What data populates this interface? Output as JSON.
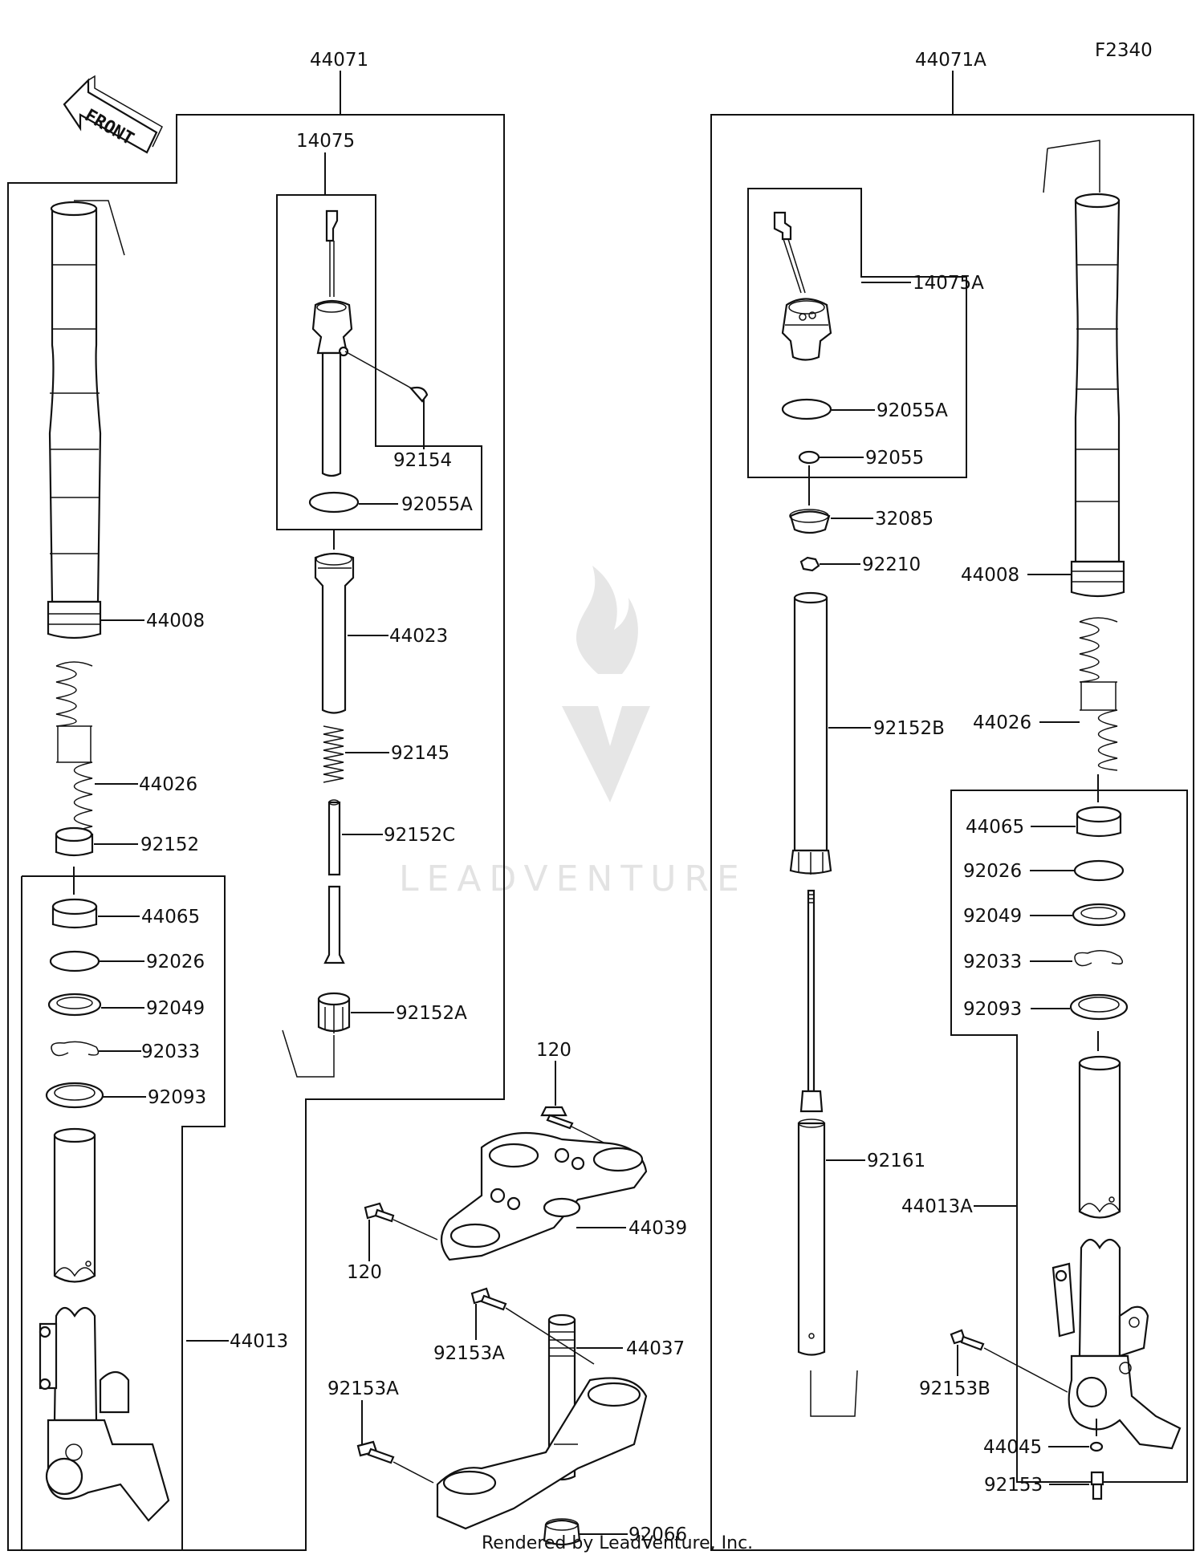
{
  "diagram_code": "F2340",
  "footer": "Rendered by LeadVenture, Inc.",
  "watermark": "LEADVENTURE",
  "front_arrow_label": "FRONT",
  "assemblies": {
    "left_fork": "44071",
    "right_fork": "44071A"
  },
  "labels": {
    "p14075": "14075",
    "p92154": "92154",
    "p92055A_l": "92055A",
    "p44023": "44023",
    "p92145": "92145",
    "p92152C": "92152C",
    "p92152A": "92152A",
    "p44008_l": "44008",
    "p44026_l": "44026",
    "p92152": "92152",
    "p44065_l": "44065",
    "p92026_l": "92026",
    "p92049_l": "92049",
    "p92033_l": "92033",
    "p92093_l": "92093",
    "p44013": "44013",
    "p14075A": "14075A",
    "p92055A_r": "92055A",
    "p92055": "92055",
    "p32085": "32085",
    "p92210": "92210",
    "p44008_r": "44008",
    "p44026_r": "44026",
    "p92152B": "92152B",
    "p44065_r": "44065",
    "p92026_r": "92026",
    "p92049_r": "92049",
    "p92033_r": "92033",
    "p92093_r": "92093",
    "p92161": "92161",
    "p44013A": "44013A",
    "p92153B": "92153B",
    "p44045": "44045",
    "p92153": "92153",
    "p120_top": "120",
    "p120_left": "120",
    "p44039": "44039",
    "p44037": "44037",
    "p92153A_a": "92153A",
    "p92153A_b": "92153A",
    "p92066": "92066"
  }
}
